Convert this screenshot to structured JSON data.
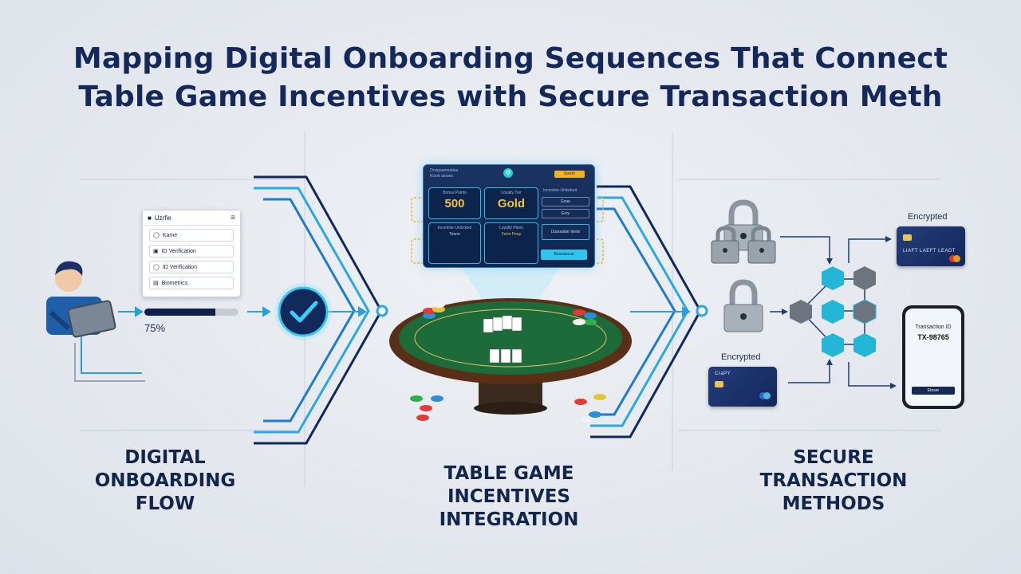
{
  "title": {
    "line1": "Mapping Digital Onboarding Sequences That Connect",
    "line2": "Table Game Incentives with Secure Transaction Meth"
  },
  "sections": {
    "onboarding": [
      "DIGITAL",
      "ONBOARDING",
      "FLOW"
    ],
    "incentives": [
      "TABLE GAME",
      "INCENTIVES",
      "INTEGRATION"
    ],
    "transactions": [
      "SECURE",
      "TRANSACTION",
      "METHODS"
    ]
  },
  "onboarding_form": {
    "header": "Uzrfie",
    "rows": [
      "Kame",
      "ID Verification",
      "ID Verification",
      "Biometrics"
    ],
    "progress_percent": 75,
    "progress_text": "75%"
  },
  "incentive_dashboard": {
    "header_line1": "Onsgaamoatiaa",
    "header_line2": "Kosnt aloaeo",
    "pill": "Siaxto",
    "tile1_caption": "Bonus Points",
    "tile1_value": "500",
    "tile2_caption": "Loyalty Tier",
    "tile2_value": "Gold",
    "tile3_caption": "Incentive Unlocked",
    "tile3_sub": "Teono",
    "tile4_caption": "Loyalty Plans",
    "tile4_sub": "Ferm Peay",
    "side_label_top": "Incentive Unlocked",
    "side_tags": [
      "Eeaa",
      "Ersy"
    ],
    "side_tile_label": "Uuaraatiar itexte",
    "cta": "Bneeaavuo"
  },
  "transactions": {
    "encrypted_top": "Encrypted",
    "encrypted_bottom": "Encrypted",
    "card_top_number": "LIAFT LAEFT LEADT",
    "card_bottom_label": "CraPY",
    "phone_title": "Transaction ID",
    "phone_tx_id": "TX-98765",
    "phone_button": "Eteser"
  },
  "colors": {
    "navy": "#12254a",
    "accent_cyan": "#2fc4ee",
    "flow_blue": "#1f7bd1",
    "felt_green": "#1e6b3a",
    "gold": "#f4c040"
  },
  "icons": [
    "user-tablet-icon",
    "check-circle-icon",
    "padlock-icon",
    "hexagon-network-icon",
    "credit-card-icon",
    "smartphone-icon",
    "poker-chip-icon",
    "playing-card-icon"
  ]
}
